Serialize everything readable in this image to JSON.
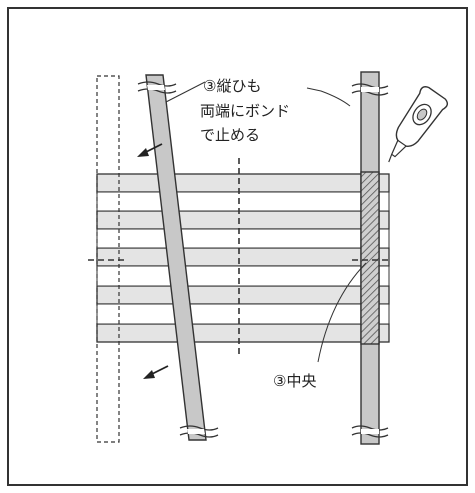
{
  "diagram": {
    "label_top_line1": "③縦ひも",
    "label_top_line2": "両端にボンド",
    "label_top_line3": "で止める",
    "label_center": "③中央"
  },
  "icons": {
    "glue": "glue-bottle-icon",
    "arrow": "arrow-left-down-icon"
  },
  "colors": {
    "strip_fill": "#c8c8c8",
    "band_fill": "#e4e4e4",
    "stroke": "#333333"
  }
}
